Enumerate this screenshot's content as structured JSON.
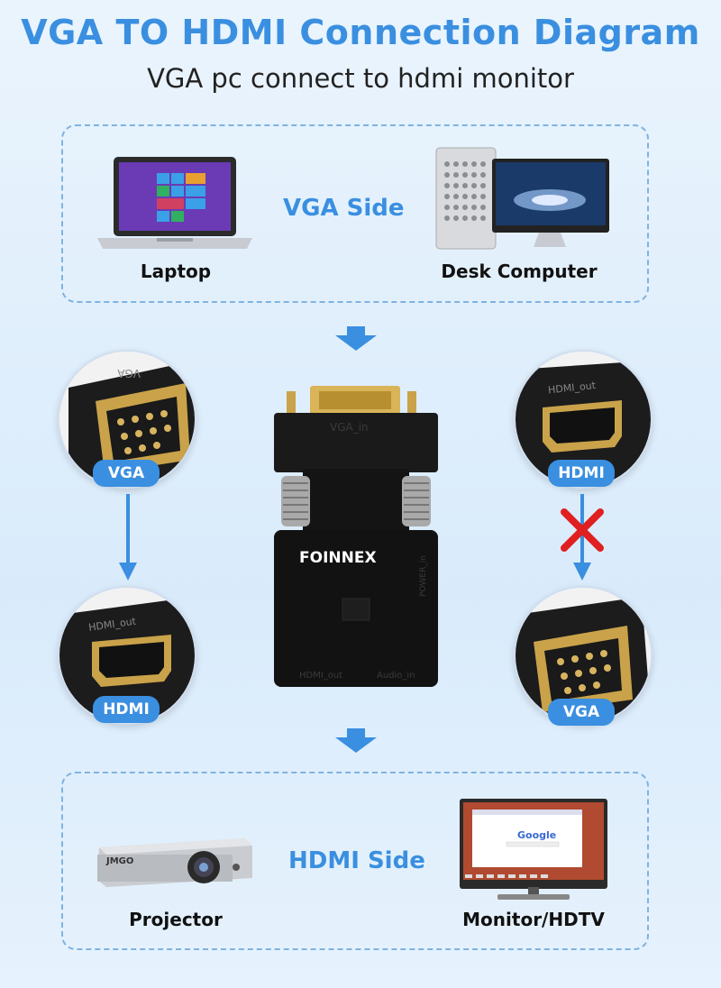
{
  "header": {
    "title": "VGA TO HDMI Connection Diagram",
    "subtitle": "VGA pc connect to hdmi monitor"
  },
  "vga_side": {
    "label": "VGA Side",
    "devices": [
      {
        "label": "Laptop",
        "icon": "laptop-icon"
      },
      {
        "label": "Desk Computer",
        "icon": "desktop-computer-icon"
      }
    ]
  },
  "connectors": {
    "left_top": "VGA",
    "left_bottom": "HDMI",
    "right_top": "HDMI",
    "right_bottom": "VGA"
  },
  "adapter": {
    "brand": "FOINNEX",
    "port_top": "VGA_in",
    "port_side": "POWER_in",
    "port_hdmi": "HDMI_out",
    "port_audio": "Audio_in"
  },
  "hdmi_side": {
    "label": "HDMI Side",
    "devices": [
      {
        "label": "Projector",
        "icon": "projector-icon",
        "brand_text": "JMGO"
      },
      {
        "label": "Monitor/HDTV",
        "icon": "monitor-icon",
        "screen_text": "Google"
      }
    ]
  },
  "colors": {
    "accent": "#3a8fe0",
    "arrow": "#3a8fe0",
    "cross": "#e02020",
    "background": "#e1eefb"
  }
}
